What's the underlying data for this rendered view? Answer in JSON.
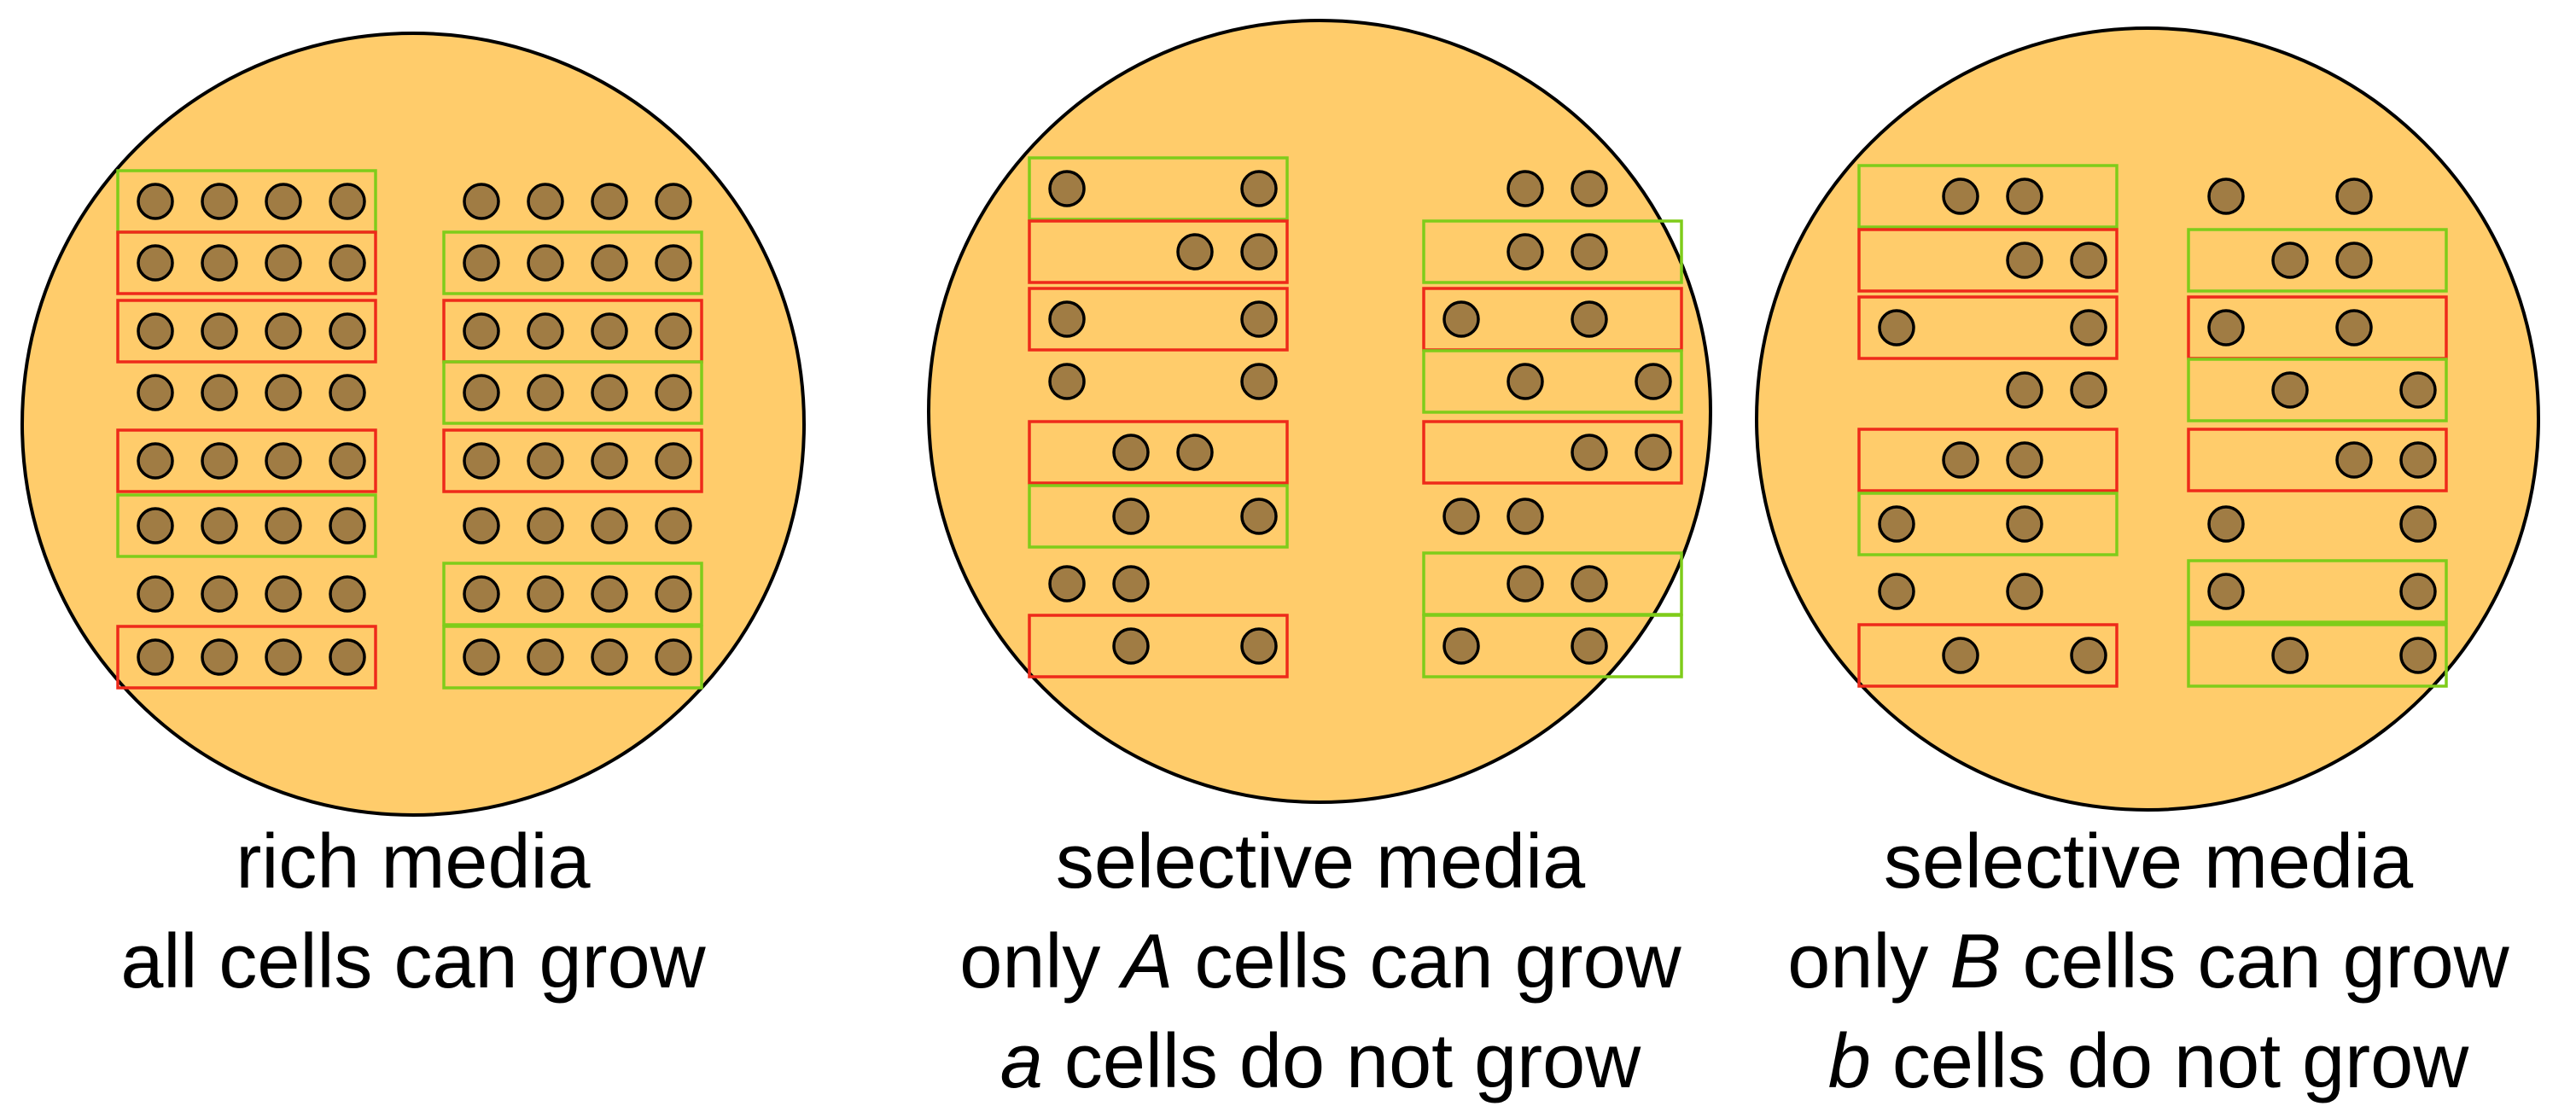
{
  "colors": {
    "dish_fill": "#ffcc6b",
    "colony": "#a07c44",
    "box_green": "#7fcc1a",
    "box_red": "#ee2a1a"
  },
  "plates": [
    {
      "id": "rich",
      "caption": [
        {
          "parts": [
            {
              "t": "rich media"
            }
          ]
        },
        {
          "parts": [
            {
              "t": "all cells can grow"
            }
          ]
        }
      ],
      "columns": [
        {
          "rows": [
            {
              "c": [
                1,
                1,
                1,
                1
              ],
              "box": "green"
            },
            {
              "c": [
                1,
                1,
                1,
                1
              ],
              "box": "red"
            },
            {
              "c": [
                1,
                1,
                1,
                1
              ],
              "box": "red"
            },
            {
              "c": [
                1,
                1,
                1,
                1
              ],
              "box": null
            },
            {
              "c": [
                1,
                1,
                1,
                1
              ],
              "box": "red"
            },
            {
              "c": [
                1,
                1,
                1,
                1
              ],
              "box": "green"
            },
            {
              "c": [
                1,
                1,
                1,
                1
              ],
              "box": null
            },
            {
              "c": [
                1,
                1,
                1,
                1
              ],
              "box": "red"
            }
          ]
        },
        {
          "rows": [
            {
              "c": [
                1,
                1,
                1,
                1
              ],
              "box": null
            },
            {
              "c": [
                1,
                1,
                1,
                1
              ],
              "box": "green"
            },
            {
              "c": [
                1,
                1,
                1,
                1
              ],
              "box": "red"
            },
            {
              "c": [
                1,
                1,
                1,
                1
              ],
              "box": "green"
            },
            {
              "c": [
                1,
                1,
                1,
                1
              ],
              "box": "red"
            },
            {
              "c": [
                1,
                1,
                1,
                1
              ],
              "box": null
            },
            {
              "c": [
                1,
                1,
                1,
                1
              ],
              "box": "green"
            },
            {
              "c": [
                1,
                1,
                1,
                1
              ],
              "box": "green"
            }
          ]
        }
      ]
    },
    {
      "id": "selective-A",
      "caption": [
        {
          "parts": [
            {
              "t": "selective media"
            }
          ]
        },
        {
          "parts": [
            {
              "t": "only "
            },
            {
              "t": "A",
              "i": true
            },
            {
              "t": " cells can grow"
            }
          ]
        },
        {
          "parts": [
            {
              "t": "a",
              "i": true
            },
            {
              "t": " cells do not grow"
            }
          ]
        }
      ],
      "columns": [
        {
          "rows": [
            {
              "c": [
                1,
                0,
                0,
                1
              ],
              "box": "green"
            },
            {
              "c": [
                0,
                0,
                1,
                1
              ],
              "box": "red"
            },
            {
              "c": [
                1,
                0,
                0,
                1
              ],
              "box": "red"
            },
            {
              "c": [
                1,
                0,
                0,
                1
              ],
              "box": null
            },
            {
              "c": [
                0,
                1,
                1,
                0
              ],
              "box": "red"
            },
            {
              "c": [
                0,
                1,
                0,
                1
              ],
              "box": "green"
            },
            {
              "c": [
                1,
                1,
                0,
                0
              ],
              "box": null
            },
            {
              "c": [
                0,
                1,
                0,
                1
              ],
              "box": "red"
            }
          ]
        },
        {
          "rows": [
            {
              "c": [
                0,
                1,
                1,
                0
              ],
              "box": null
            },
            {
              "c": [
                0,
                1,
                1,
                0
              ],
              "box": "green"
            },
            {
              "c": [
                1,
                0,
                1,
                0
              ],
              "box": "red"
            },
            {
              "c": [
                0,
                1,
                0,
                1
              ],
              "box": "green"
            },
            {
              "c": [
                0,
                0,
                1,
                1
              ],
              "box": "red"
            },
            {
              "c": [
                1,
                1,
                0,
                0
              ],
              "box": null
            },
            {
              "c": [
                0,
                1,
                1,
                0
              ],
              "box": "green"
            },
            {
              "c": [
                1,
                0,
                1,
                0
              ],
              "box": "green"
            }
          ]
        }
      ]
    },
    {
      "id": "selective-B",
      "caption": [
        {
          "parts": [
            {
              "t": "selective media"
            }
          ]
        },
        {
          "parts": [
            {
              "t": "only "
            },
            {
              "t": "B",
              "i": true
            },
            {
              "t": " cells can grow"
            }
          ]
        },
        {
          "parts": [
            {
              "t": "b",
              "i": true
            },
            {
              "t": " cells do not grow"
            }
          ]
        }
      ],
      "columns": [
        {
          "rows": [
            {
              "c": [
                0,
                1,
                1,
                0
              ],
              "box": "green"
            },
            {
              "c": [
                0,
                0,
                1,
                1
              ],
              "box": "red"
            },
            {
              "c": [
                1,
                0,
                0,
                1
              ],
              "box": "red"
            },
            {
              "c": [
                0,
                0,
                1,
                1
              ],
              "box": null
            },
            {
              "c": [
                0,
                1,
                1,
                0
              ],
              "box": "red"
            },
            {
              "c": [
                1,
                0,
                1,
                0
              ],
              "box": "green"
            },
            {
              "c": [
                1,
                0,
                1,
                0
              ],
              "box": null
            },
            {
              "c": [
                0,
                1,
                0,
                1
              ],
              "box": "red"
            }
          ]
        },
        {
          "rows": [
            {
              "c": [
                1,
                0,
                1,
                0
              ],
              "box": null
            },
            {
              "c": [
                0,
                1,
                1,
                0
              ],
              "box": "green"
            },
            {
              "c": [
                1,
                0,
                1,
                0
              ],
              "box": "red"
            },
            {
              "c": [
                0,
                1,
                0,
                1
              ],
              "box": "green"
            },
            {
              "c": [
                0,
                0,
                1,
                1
              ],
              "box": "red"
            },
            {
              "c": [
                1,
                0,
                0,
                1
              ],
              "box": null
            },
            {
              "c": [
                1,
                0,
                0,
                1
              ],
              "box": "green"
            },
            {
              "c": [
                0,
                1,
                0,
                1
              ],
              "box": "green"
            }
          ]
        }
      ]
    }
  ]
}
